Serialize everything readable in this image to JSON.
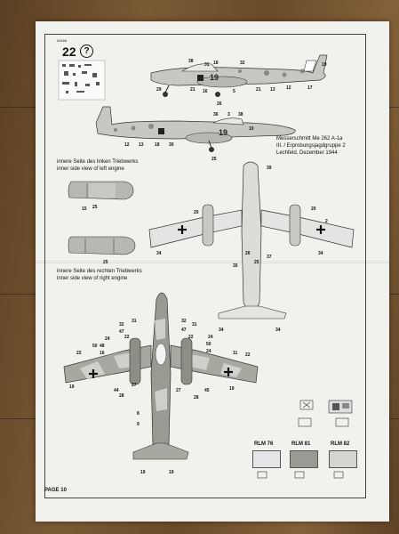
{
  "step": {
    "number": "22",
    "symbol": "?"
  },
  "part_code": "04166",
  "aircraft": {
    "name": "Messerschmitt Me 262 A-1a",
    "unit": "III. / Erprobungsjagdgruppe 2",
    "place_date": "Lechfeld, Dezember 1944"
  },
  "engine_left": {
    "de": "innere Seite des linken Triebwerks",
    "en": "inner side view of left engine"
  },
  "engine_right": {
    "de": "innere Seite des rechten Triebwerks",
    "en": "inner side view of right engine"
  },
  "callouts": {
    "side_top": [
      "38",
      "31",
      "18",
      "32",
      "19",
      "21",
      "16",
      "5",
      "21",
      "13",
      "12",
      "17",
      "29",
      "26"
    ],
    "side_second": [
      "36",
      "3",
      "38",
      "19",
      "12",
      "13",
      "18",
      "25",
      "30"
    ],
    "left_engine": [
      "15",
      "25"
    ],
    "right_engine": [
      "25"
    ],
    "underside": [
      "39",
      "20",
      "20",
      "2",
      "34",
      "26",
      "37",
      "35",
      "34",
      "34",
      "34",
      "25"
    ],
    "topside": [
      "32",
      "31",
      "32",
      "31",
      "47",
      "24",
      "22",
      "47",
      "24",
      "22",
      "50",
      "48",
      "22",
      "16",
      "24",
      "50",
      "11",
      "22",
      "19",
      "44",
      "27",
      "27",
      "45",
      "19",
      "28",
      "28",
      "8",
      "9",
      "19",
      "19"
    ]
  },
  "national_marking": "19",
  "colors": [
    {
      "code": "RLM 76",
      "hex": "#e4e6e8"
    },
    {
      "code": "RLM 81",
      "hex": "#9a9a92"
    },
    {
      "code": "RLM 82",
      "hex": "#d6d4d0"
    }
  ],
  "page_number": "PAGE 10"
}
